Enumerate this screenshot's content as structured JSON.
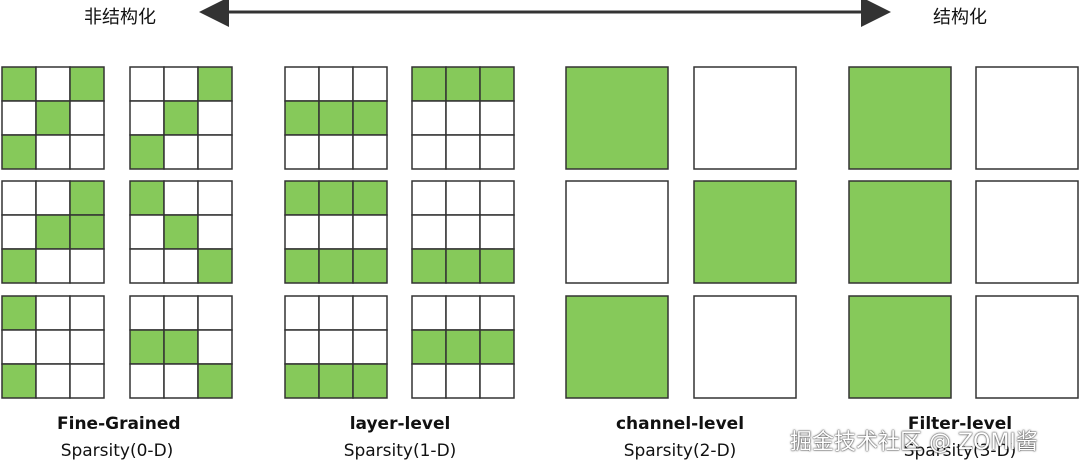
{
  "axis": {
    "left_label": "非结构化",
    "right_label": "结构化"
  },
  "colors": {
    "fill": "#86c95a",
    "border": "#333333",
    "empty": "#ffffff"
  },
  "groups": [
    {
      "title": "Fine-Grained",
      "subtitle": "Sparsity(0-D)",
      "type": "grid3",
      "rows": [
        [
          [
            "101",
            "010",
            "100"
          ],
          [
            "001",
            "010",
            "100"
          ]
        ],
        [
          [
            "001",
            "011",
            "100"
          ],
          [
            "100",
            "010",
            "001"
          ]
        ],
        [
          [
            "100",
            "000",
            "100"
          ],
          [
            "000",
            "110",
            "001"
          ]
        ]
      ]
    },
    {
      "title": "layer-level",
      "subtitle": "Sparsity(1-D)",
      "type": "grid3",
      "rows": [
        [
          [
            "000",
            "111",
            "000"
          ],
          [
            "111",
            "000",
            "000"
          ]
        ],
        [
          [
            "111",
            "000",
            "111"
          ],
          [
            "000",
            "000",
            "111"
          ]
        ],
        [
          [
            "000",
            "000",
            "111"
          ],
          [
            "000",
            "111",
            "000"
          ]
        ]
      ]
    },
    {
      "title": "channel-level",
      "subtitle": "Sparsity(2-D)",
      "type": "block",
      "rows": [
        [
          1,
          0
        ],
        [
          0,
          1
        ],
        [
          1,
          0
        ]
      ]
    },
    {
      "title": "Filter-level",
      "subtitle": "Sparsity(3-D)",
      "type": "block",
      "rows": [
        [
          1,
          0
        ],
        [
          1,
          0
        ],
        [
          1,
          0
        ]
      ]
    }
  ],
  "watermark": "掘金技术社区 @ ZOMI酱"
}
